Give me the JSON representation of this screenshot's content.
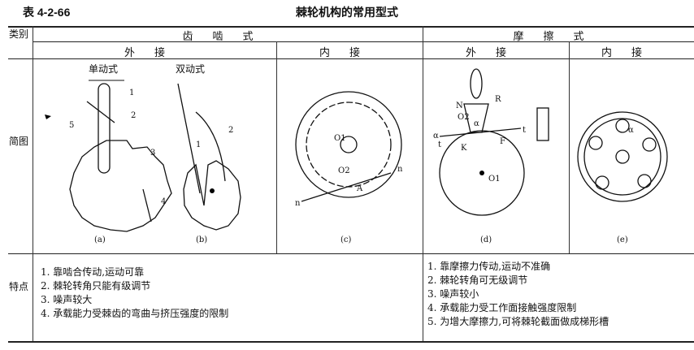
{
  "table_no": "表 4-2-66",
  "title": "棘轮机构的常用型式",
  "row_label_category": "类别",
  "row_label_diagram": "简图",
  "row_label_features": "特点",
  "group_ratchet": "齿啮式",
  "group_friction": "摩擦式",
  "sub_external": "外接",
  "sub_internal": "内接",
  "fig_a": {
    "mode": "单动式",
    "parts": [
      "1",
      "2",
      "3",
      "4",
      "5"
    ],
    "caption": "(a)"
  },
  "fig_b": {
    "mode": "双动式",
    "parts": [
      "1",
      "2"
    ],
    "caption": "(b)"
  },
  "fig_c": {
    "labels": [
      "O1",
      "O2",
      "A",
      "n",
      "n"
    ],
    "caption": "(c)"
  },
  "fig_d": {
    "labels": [
      "N",
      "R",
      "O2",
      "α",
      "α",
      "t",
      "t",
      "K",
      "F",
      "O1"
    ],
    "caption": "(d)"
  },
  "fig_e": {
    "labels": [
      "α"
    ],
    "caption": "(e)"
  },
  "features_ratchet": [
    "1. 靠啮合传动,运动可靠",
    "2. 棘轮转角只能有级调节",
    "3. 噪声较大",
    "4. 承载能力受棘齿的弯曲与挤压强度的限制"
  ],
  "features_friction": [
    "1. 靠摩擦力传动,运动不准确",
    "2. 棘轮转角可无级调节",
    "3. 噪声较小",
    "4. 承载能力受工作面接触强度限制",
    "5. 为增大摩擦力,可将棘轮截面做成梯形槽"
  ]
}
